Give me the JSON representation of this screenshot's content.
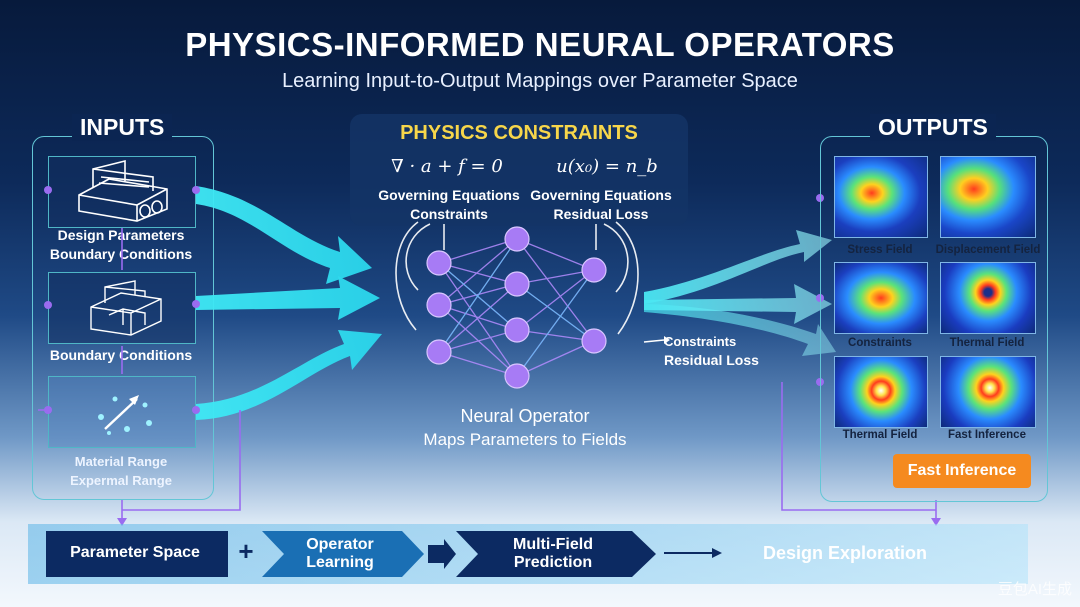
{
  "header": {
    "title": "PHYSICS-INFORMED NEURAL OPERATORS",
    "subtitle": "Learning Input-to-Output Mappings over Parameter Space"
  },
  "inputs": {
    "heading": "INPUTS",
    "items": [
      {
        "label_line1": "Design Parameters",
        "label_line2": "Boundary Conditions",
        "icon": "mechanical-part-icon"
      },
      {
        "label_line1": "Boundary Conditions",
        "label_line2": "",
        "icon": "wireframe-box-icon"
      },
      {
        "label_line1": "Material Range",
        "label_line2": "Expermal Range",
        "icon": "scatter-arrow-icon"
      }
    ]
  },
  "physics": {
    "heading": "PHYSICS CONSTRAINTS",
    "eq_left": "∇ · a + f = 0",
    "eq_right": "u(x₀) = n_b",
    "left_line1": "Governing Equations",
    "left_line2": "Constraints",
    "right_line1": "Governing Equations",
    "right_line2": "Residual Loss"
  },
  "network": {
    "side_line1": "Constraints",
    "side_line2": "Residual Loss",
    "caption_line1": "Neural Operator",
    "caption_line2": "Maps Parameters to Fields"
  },
  "outputs": {
    "heading": "OUTPUTS",
    "fields": [
      {
        "label": "Stress Field",
        "palette": "stress"
      },
      {
        "label": "Displacement Field",
        "palette": "displacement"
      },
      {
        "label": "Constraints",
        "palette": "constraints"
      },
      {
        "label": "Thermal Field",
        "palette": "thermal-ring"
      },
      {
        "label": "Thermal Field",
        "palette": "thermal"
      },
      {
        "label": "Fast Inference",
        "palette": "inference"
      }
    ],
    "badge": "Fast Inference"
  },
  "pipeline": {
    "steps": [
      {
        "line1": "Parameter Space",
        "line2": ""
      },
      {
        "line1": "Operator",
        "line2": "Learning"
      },
      {
        "line1": "Multi-Field",
        "line2": "Prediction"
      },
      {
        "line1": "Design Exploration",
        "line2": ""
      }
    ],
    "plus": "+"
  },
  "watermark": "豆包AI生成",
  "colors": {
    "accent_cyan": "#35e6f2",
    "node_purple": "#a77bf5",
    "physics_gold": "#f7d64a",
    "badge_orange": "#f58a1f",
    "navy": "#0b2552"
  }
}
